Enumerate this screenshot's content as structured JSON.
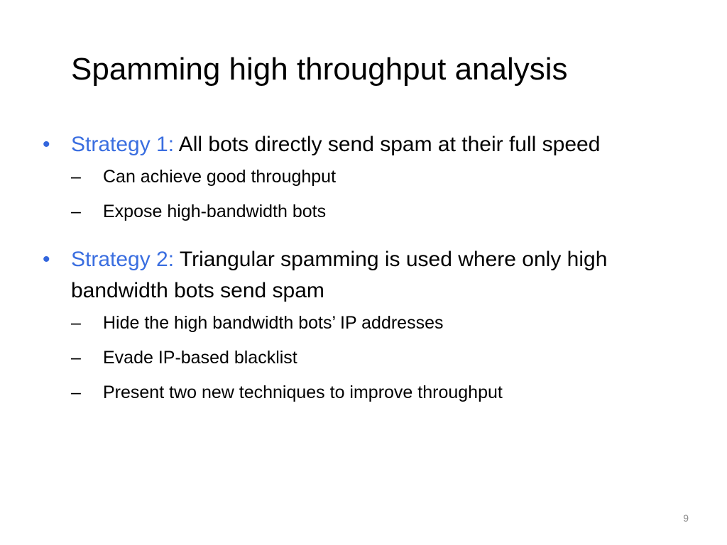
{
  "slide": {
    "title": "Spamming high throughput analysis",
    "page_number": "9",
    "bullet_char": "•",
    "dash_char": "–",
    "accent_color": "#3a6ee0",
    "bullets": [
      {
        "label": "Strategy 1:",
        "text": " All bots directly send spam at their full speed",
        "subs": [
          "Can achieve good throughput",
          "Expose high-bandwidth bots"
        ]
      },
      {
        "label": "Strategy 2:",
        "text": " Triangular spamming is used where only high bandwidth bots send spam",
        "subs": [
          "Hide the high bandwidth bots’ IP addresses",
          "Evade IP-based blacklist",
          "Present two new techniques to improve throughput"
        ]
      }
    ]
  }
}
